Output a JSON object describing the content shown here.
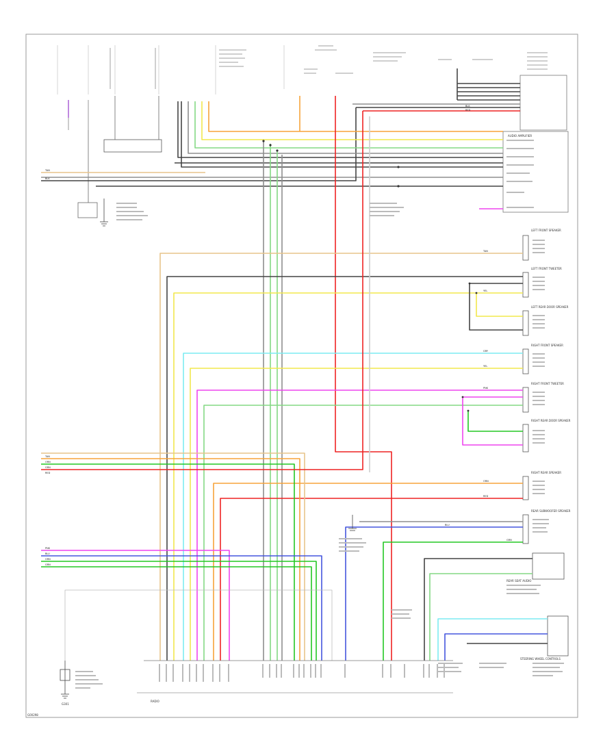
{
  "page": {
    "footer_code": "G00298"
  },
  "colors": {
    "frame": "#9a9a9a",
    "black": "#444444",
    "gray": "#8e8e8e",
    "red": "#ee2222",
    "orange": "#f7a33a",
    "yellow": "#f2e84c",
    "lt_green": "#84d884",
    "green": "#22c722",
    "cyan": "#7cecf2",
    "blue": "#4455dd",
    "pink": "#ee44ee",
    "violet": "#b06ad8",
    "tan": "#e7c48a"
  },
  "connectors": [
    {
      "label": "LEFT FRONT SPEAKER"
    },
    {
      "label": "LEFT FRONT TWEETER"
    },
    {
      "label": "LEFT REAR DOOR SPEAKER"
    },
    {
      "label": "RIGHT FRONT SPEAKER"
    },
    {
      "label": "RIGHT FRONT TWEETER"
    },
    {
      "label": "RIGHT REAR DOOR SPEAKER"
    },
    {
      "label": "RIGHT REAR SPEAKER"
    },
    {
      "label": "REAR SUBWOOFER SPEAKER"
    }
  ],
  "modules": {
    "audio_amp": "AUDIO AMPLIFIER",
    "radio": "RADIO",
    "rear_seat_audio": "REAR SEAT AUDIO",
    "steering_controls": "STEERING WHEEL CONTROLS",
    "ground": "G301"
  },
  "wire_labels": {
    "tan": "TAN",
    "black": "BLK",
    "red": "RED",
    "yellow": "YEL",
    "green": "GRN",
    "blue": "BLU",
    "pink": "PNK",
    "gray": "GRY",
    "orange": "ORN"
  }
}
